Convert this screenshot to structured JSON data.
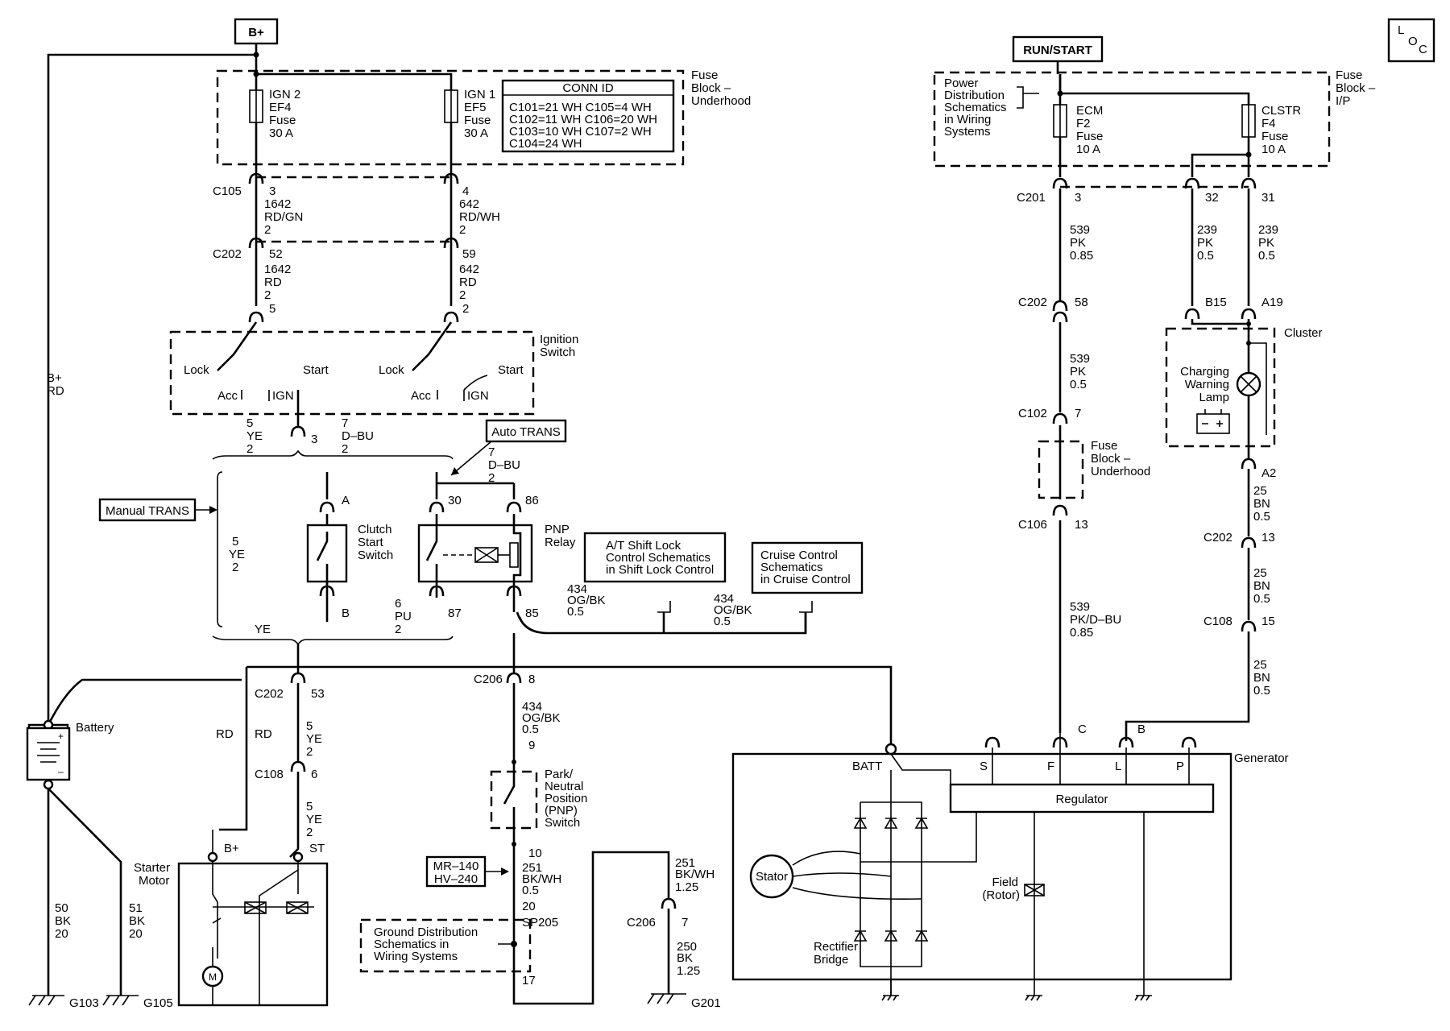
{
  "labels": {
    "loc_l": "L",
    "loc_o": "O",
    "loc_c": "C",
    "b_plus": "B+",
    "run_start": "RUN/START",
    "fuse_block_underhood": [
      "Fuse",
      "Block –",
      "Underhood"
    ],
    "fuse_block_ip": [
      "Fuse",
      "Block –",
      "I/P"
    ],
    "ign2_fuse": [
      "IGN 2",
      "EF4",
      "Fuse",
      "30 A"
    ],
    "ign1_fuse": [
      "IGN 1",
      "EF5",
      "Fuse",
      "30 A"
    ],
    "conn_id": {
      "title": "CONN ID",
      "rows": [
        "C101=21 WH  C105=4 WH",
        "C102=11 WH  C106=20 WH",
        "C103=10 WH  C107=2 WH",
        "C104=24 WH"
      ]
    },
    "power_dist": [
      "Power",
      "Distribution",
      "Schematics",
      "in Wiring",
      "Systems"
    ],
    "ecm_fuse": [
      "ECM",
      "F2",
      "Fuse",
      "10 A"
    ],
    "clstr_fuse": [
      "CLSTR",
      "F4",
      "Fuse",
      "10 A"
    ],
    "c105": "C105",
    "c105_3": "3",
    "c105_4": "4",
    "w1642_a": [
      "1642",
      "RD/GN",
      "2"
    ],
    "w642_a": [
      "642",
      "RD/WH",
      "2"
    ],
    "c202_a": "C202",
    "c202_52": "52",
    "c202_59": "59",
    "w1642_b": [
      "1642",
      "RD",
      "2"
    ],
    "w642_b": [
      "642",
      "RD",
      "2"
    ],
    "pin5": "5",
    "pin2": "2",
    "ignition_switch": [
      "Ignition",
      "Switch"
    ],
    "lock1": "Lock",
    "start1": "Start",
    "acc1": "Acc",
    "ign1": "IGN",
    "lock2": "Lock",
    "start2": "Start",
    "acc2": "Acc",
    "ign2": "IGN",
    "ye_left": [
      "5",
      "YE",
      "2"
    ],
    "pin3": "3",
    "dbu_top": [
      "7",
      "D–BU",
      "2"
    ],
    "auto_trans": "Auto TRANS",
    "dbu_auto": [
      "7",
      "D–BU",
      "2"
    ],
    "manual_trans": "Manual TRANS",
    "ye_bracket": [
      "5",
      "YE",
      "2"
    ],
    "clutch_a": "A",
    "clutch_b": "B",
    "clutch_switch": [
      "Clutch",
      "Start",
      "Switch"
    ],
    "relay_30": "30",
    "relay_86": "86",
    "relay_87": "87",
    "relay_85": "85",
    "pnp_relay": [
      "PNP",
      "Relay"
    ],
    "pu_wire": [
      "6",
      "PU",
      "2"
    ],
    "ye_bottom": "YE",
    "at_shift_lock": [
      "A/T Shift Lock",
      "Control Schematics",
      "in Shift Lock Control"
    ],
    "cruise_control": [
      "Cruise Control",
      "Schematics",
      "in Cruise Control"
    ],
    "w434_a": [
      "434",
      "OG/BK",
      "0.5"
    ],
    "w434_b": [
      "434",
      "OG/BK",
      "0.5"
    ],
    "c202_b": "C202",
    "c202_53": "53",
    "ye_c202": [
      "5",
      "YE",
      "2"
    ],
    "c108_a": "C108",
    "c108_6": "6",
    "ye_c108": [
      "5",
      "YE",
      "2"
    ],
    "rd1": "RD",
    "rd2": "RD",
    "b_plus_rd": [
      "B+",
      "RD"
    ],
    "battery": "Battery",
    "starter_motor": [
      "Starter",
      "Motor"
    ],
    "starter_bplus": "B+",
    "starter_st": "ST",
    "motor_m": "M",
    "bk50": [
      "50",
      "BK",
      "20"
    ],
    "bk51": [
      "51",
      "BK",
      "20"
    ],
    "g103": "G103",
    "g105": "G105",
    "c206_a": "C206",
    "c206_8": "8",
    "w434_c": [
      "434",
      "OG/BK",
      "0.5"
    ],
    "pnp9": "9",
    "pnp_switch": [
      "Park/",
      "Neutral",
      "Position",
      "(PNP)",
      "Switch"
    ],
    "pin10": "10",
    "mr_hv": [
      "MR–140",
      "HV–240"
    ],
    "w251_a": [
      "251",
      "BK/WH",
      "0.5",
      "20"
    ],
    "sp205": "SP205",
    "ground_dist": [
      "Ground Distribution",
      "Schematics in",
      "Wiring Systems"
    ],
    "pin17": "17",
    "w251_b": [
      "251",
      "BK/WH",
      "1.25"
    ],
    "c206_b": "C206",
    "c206_7": "7",
    "w250": [
      "250",
      "BK",
      "1.25"
    ],
    "g201": "G201",
    "c201": "C201",
    "c201_3": "3",
    "c201_32": "32",
    "c201_31": "31",
    "w539_a": [
      "539",
      "PK",
      "0.85"
    ],
    "w239_a": [
      "239",
      "PK",
      "0.5"
    ],
    "w239_b": [
      "239",
      "PK",
      "0.5"
    ],
    "c202_c": "C202",
    "c202_58": "58",
    "b15": "B15",
    "a19": "A19",
    "cluster": "Cluster",
    "charging_lamp": [
      "Charging",
      "Warning",
      "Lamp"
    ],
    "w539_b": [
      "539",
      "PK",
      "0.5"
    ],
    "c102": "C102",
    "c102_7": "7",
    "fuse_block_underhood2": [
      "Fuse",
      "Block –",
      "Underhood"
    ],
    "c106": "C106",
    "c106_13": "13",
    "w539_c": [
      "539",
      "PK/D–BU",
      "0.85"
    ],
    "a2": "A2",
    "w25_a": [
      "25",
      "BN",
      "0.5"
    ],
    "c202_d": "C202",
    "c202_13": "13",
    "w25_b": [
      "25",
      "BN",
      "0.5"
    ],
    "c108_b": "C108",
    "c108_15": "15",
    "w25_c": [
      "25",
      "BN",
      "0.5"
    ],
    "gen_c": "C",
    "gen_b": "B",
    "generator": "Generator",
    "batt": "BATT",
    "s": "S",
    "f": "F",
    "l": "L",
    "p": "P",
    "regulator": "Regulator",
    "stator": "Stator",
    "field_rotor": [
      "Field",
      "(Rotor)"
    ],
    "rectifier": [
      "Rectifier",
      "Bridge"
    ]
  }
}
